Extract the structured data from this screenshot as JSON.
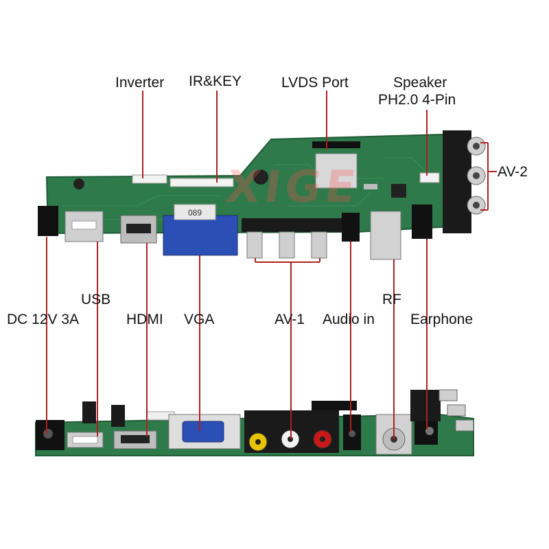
{
  "labels": {
    "inverter": "Inverter",
    "ir_key": "IR&KEY",
    "lvds_port": "LVDS Port",
    "speaker_line1": "Speaker",
    "speaker_line2": "PH2.0 4-Pin",
    "av2": "AV-2",
    "usb": "USB",
    "dc": "DC 12V 3A",
    "hdmi": "HDMI",
    "vga": "VGA",
    "av1": "AV-1",
    "audio_in": "Audio in",
    "rf": "RF",
    "earphone": "Earphone"
  },
  "board_text": {
    "vga_sticker": "089"
  },
  "watermark": "XIGE",
  "colors": {
    "pcb": "#2e7a4a",
    "pcb_dark": "#1f5c36",
    "leader_line": "#b02020",
    "label_text": "#111111",
    "vga_blue": "#2b4fb4",
    "rca_yellow": "#e8c400",
    "rca_red": "#c81818",
    "rca_white": "#f2f2f2"
  }
}
